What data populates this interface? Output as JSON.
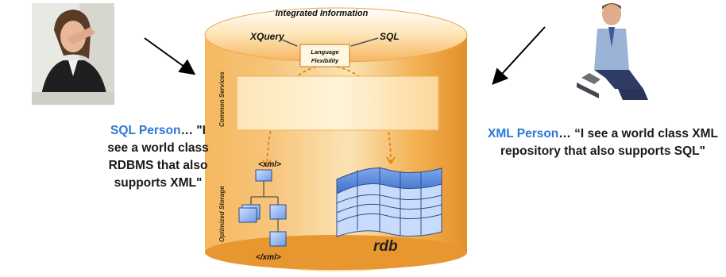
{
  "diagram": {
    "top_label": "Integrated Information",
    "xquery_label": "XQuery",
    "sql_label": "SQL",
    "flex_line1": "Language",
    "flex_line2": "Flexibility",
    "side_label_top": "Common Services",
    "side_label_bottom": "Optimized Storage",
    "xml_open": "<xml>",
    "xml_close": "</xml>",
    "rdb_label": "rdb"
  },
  "left_person": {
    "who": "SQL Person",
    "quote_start": "… \"I see a",
    "quote_rest": "world class RDBMS that also supports XML\""
  },
  "right_person": {
    "who": "XML Person",
    "quote_start": "… “I see a world",
    "quote_rest": "class XML repository that also supports SQL\""
  },
  "colors": {
    "cylinder_orange": "#f0a33a",
    "cylinder_light": "#fde6b6",
    "accent_blue": "#2b78d8",
    "table_blue": "#8fb4f2"
  }
}
